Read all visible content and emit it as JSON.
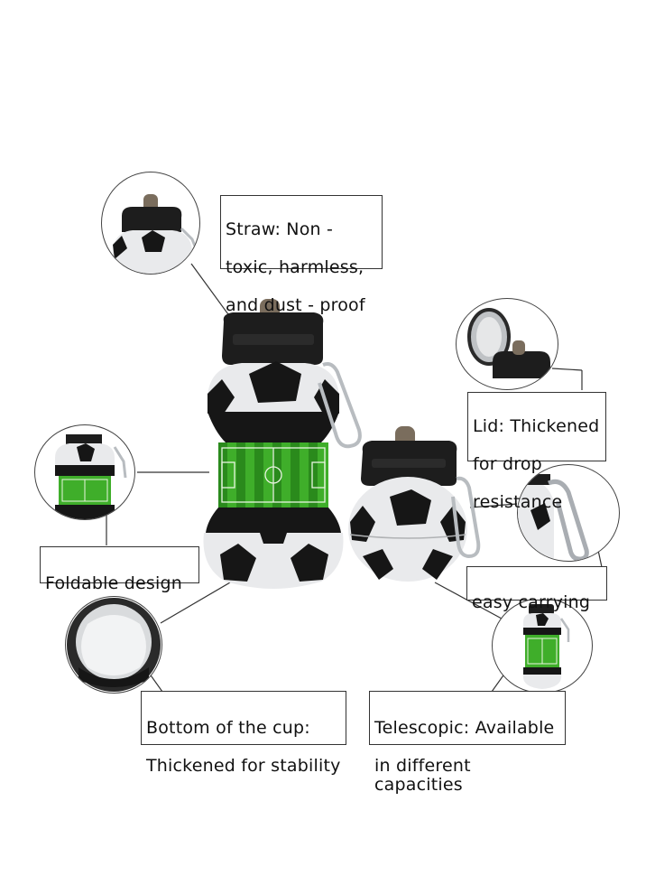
{
  "labels": {
    "straw": [
      "Straw: Non -",
      "toxic, harmless,",
      "and dust - proof"
    ],
    "lid": [
      "Lid: Thickened",
      "for drop",
      "resistance"
    ],
    "foldable": [
      "Foldable design"
    ],
    "carrying": [
      "easy carrying"
    ],
    "bottom": [
      "Bottom of the cup:",
      "Thickened for stability"
    ],
    "telescopic": [
      "Telescopic: Available",
      "in different capacities"
    ]
  },
  "colors": {
    "ball_white": "#e9eaec",
    "ball_black": "#161616",
    "lid_black": "#1d1d1d",
    "field_green": "#3fae2a",
    "field_dark_green": "#2a8a1c",
    "carabiner": "#b8bcc0"
  },
  "images": {
    "main_bottle": "tall-football-bottle",
    "small_bottle": "collapsed-football-bottle",
    "detail_straw": "straw-detail",
    "detail_lid": "open-lid-detail",
    "detail_fold": "folded-bottle-detail",
    "detail_carry": "carabiner-detail",
    "detail_bottom": "cup-bottom-detail",
    "detail_telescopic": "extended-bottle-detail"
  }
}
